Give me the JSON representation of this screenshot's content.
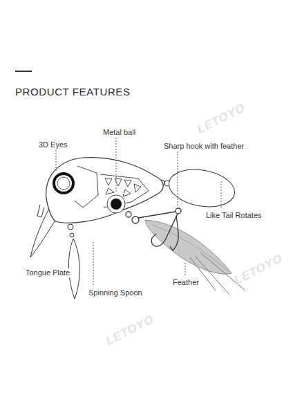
{
  "diagram": {
    "title": "PRODUCT FEATURES",
    "labels": [
      "3D Eyes",
      "Metal ball",
      "Sharp hook with feather",
      "Like Tail Rotates",
      "Tongue Plate",
      "Spinning Spoon",
      "Feather",
      "LETOYO",
      "LETOYO",
      "LETOYO"
    ]
  }
}
